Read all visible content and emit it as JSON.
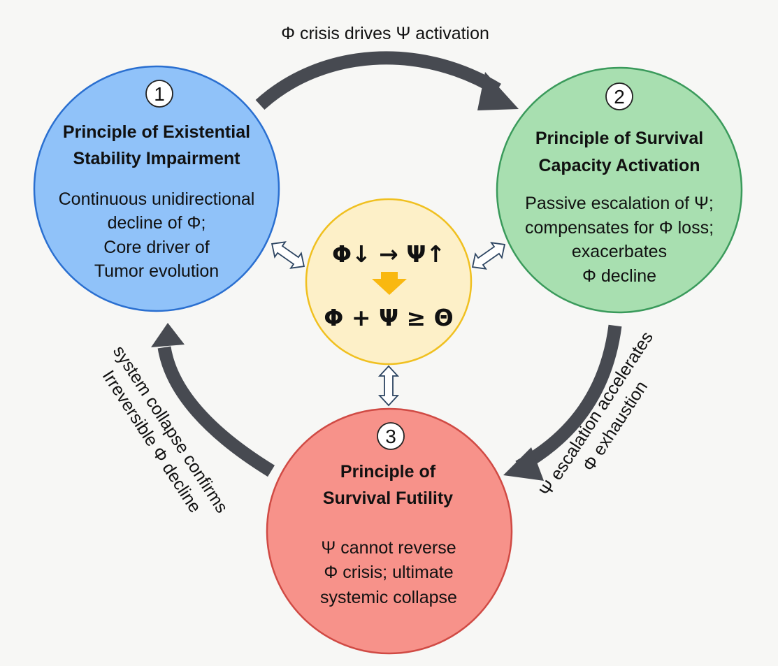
{
  "colors": {
    "circle1_fill": "#90c2f9",
    "circle1_stroke": "#2a6fd0",
    "circle2_fill": "#a8dfb0",
    "circle2_stroke": "#3a9a5b",
    "circle3_fill": "#f7928a",
    "circle3_stroke": "#d04a44",
    "center_fill": "#fdf0c8",
    "center_stroke": "#f0c020",
    "arrow_dark": "#474a51",
    "down_arrow": "#f9b810",
    "double_arrow_stroke": "#2d4562"
  },
  "icons": [
    "curved-arrow-icon",
    "double-headed-arrow-icon",
    "down-arrow-icon"
  ],
  "principles": [
    {
      "number": "1",
      "title_line1": "Principle of Existential",
      "title_line2": "Stability Impairment",
      "body_line1": "Continuous unidirectional",
      "body_line2": "decline of Φ;",
      "body_line3": "Core driver of",
      "body_line4": "Tumor evolution"
    },
    {
      "number": "2",
      "title_line1": "Principle of Survival",
      "title_line2": "Capacity Activation",
      "body_line1": "Passive escalation of Ψ;",
      "body_line2": "compensates for Φ loss;",
      "body_line3": "exacerbates",
      "body_line4": "Φ decline"
    },
    {
      "number": "3",
      "title_line1": "Principle of",
      "title_line2": "Survival Futility",
      "body_line1": "Ψ cannot reverse",
      "body_line2": "Φ crisis; ultimate",
      "body_line3": "systemic collapse"
    }
  ],
  "center": {
    "equation_top": "Φ↓ → Ψ↑",
    "equation_bottom": "Φ + Ψ ≥ Θ"
  },
  "arrows": {
    "top_label": "Φ crisis drives Ψ activation",
    "right_label_line1": "Ψ escalation accelerates",
    "right_label_line2": "Φ exhaustion",
    "left_label_line1": "system collapse confirms",
    "left_label_line2": "Irreversible Φ decline"
  }
}
